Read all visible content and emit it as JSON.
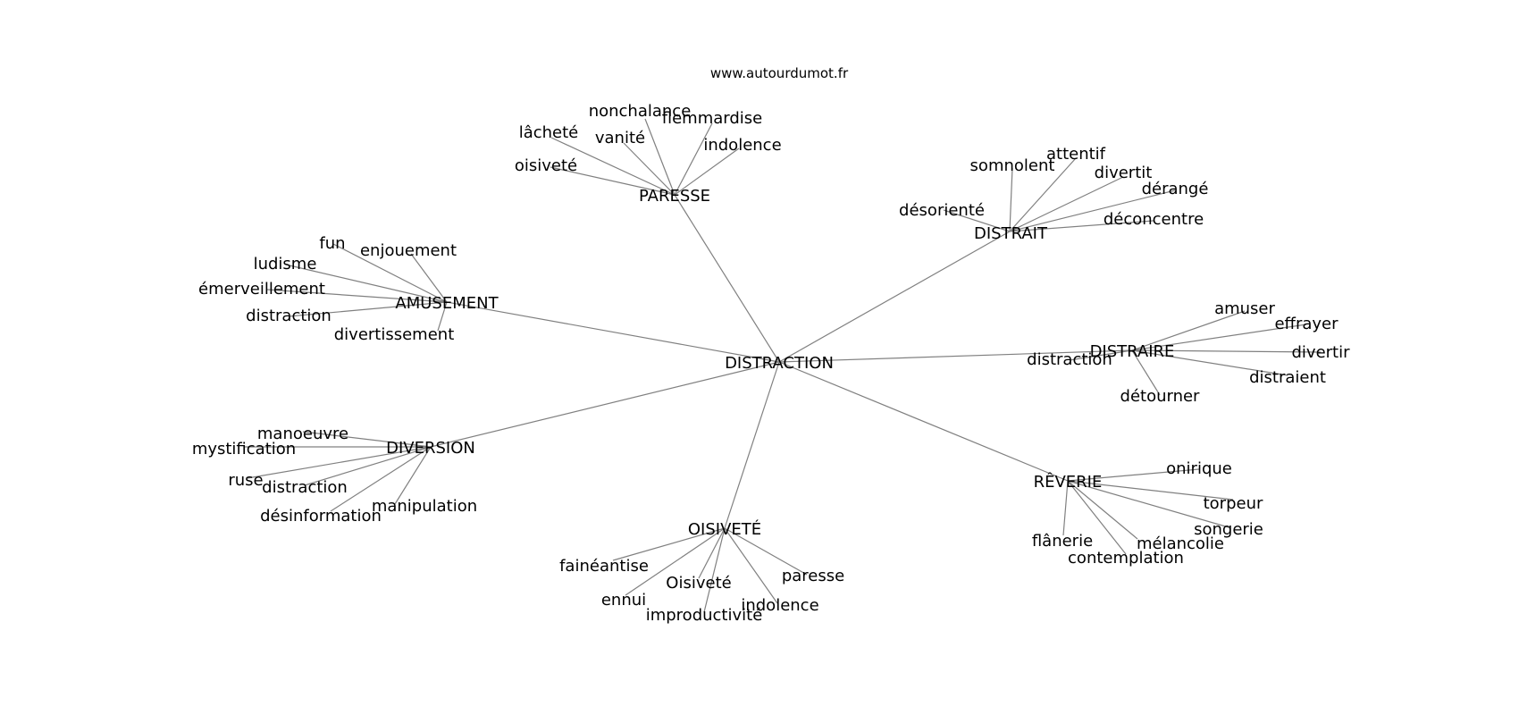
{
  "source": "www.autourdumot.fr",
  "diagram": {
    "root": "DISTRACTION",
    "edge_color": "#808080",
    "clusters": [
      {
        "label": "PARESSE",
        "leaves": [
          "nonchalance",
          "flemmardise",
          "lâcheté",
          "vanité",
          "indolence",
          "oisiveté"
        ]
      },
      {
        "label": "DISTRAIT",
        "leaves": [
          "attentif",
          "somnolent",
          "divertit",
          "dérangé",
          "désorienté",
          "déconcentre"
        ]
      },
      {
        "label": "AMUSEMENT",
        "leaves": [
          "fun",
          "enjouement",
          "ludisme",
          "émerveillement",
          "distraction",
          "divertissement"
        ]
      },
      {
        "label": "DISTRAIRE",
        "leaves": [
          "amuser",
          "effrayer",
          "divertir",
          "distraction",
          "distraient",
          "détourner"
        ]
      },
      {
        "label": "DIVERSION",
        "leaves": [
          "manoeuvre",
          "mystification",
          "ruse",
          "distraction",
          "manipulation",
          "désinformation"
        ]
      },
      {
        "label": "RÊVERIE",
        "leaves": [
          "onirique",
          "torpeur",
          "songerie",
          "flânerie",
          "mélancolie",
          "contemplation"
        ]
      },
      {
        "label": "OISIVETÉ",
        "leaves": [
          "fainéantise",
          "paresse",
          "Oisiveté",
          "ennui",
          "indolence",
          "improductivité"
        ]
      }
    ]
  }
}
